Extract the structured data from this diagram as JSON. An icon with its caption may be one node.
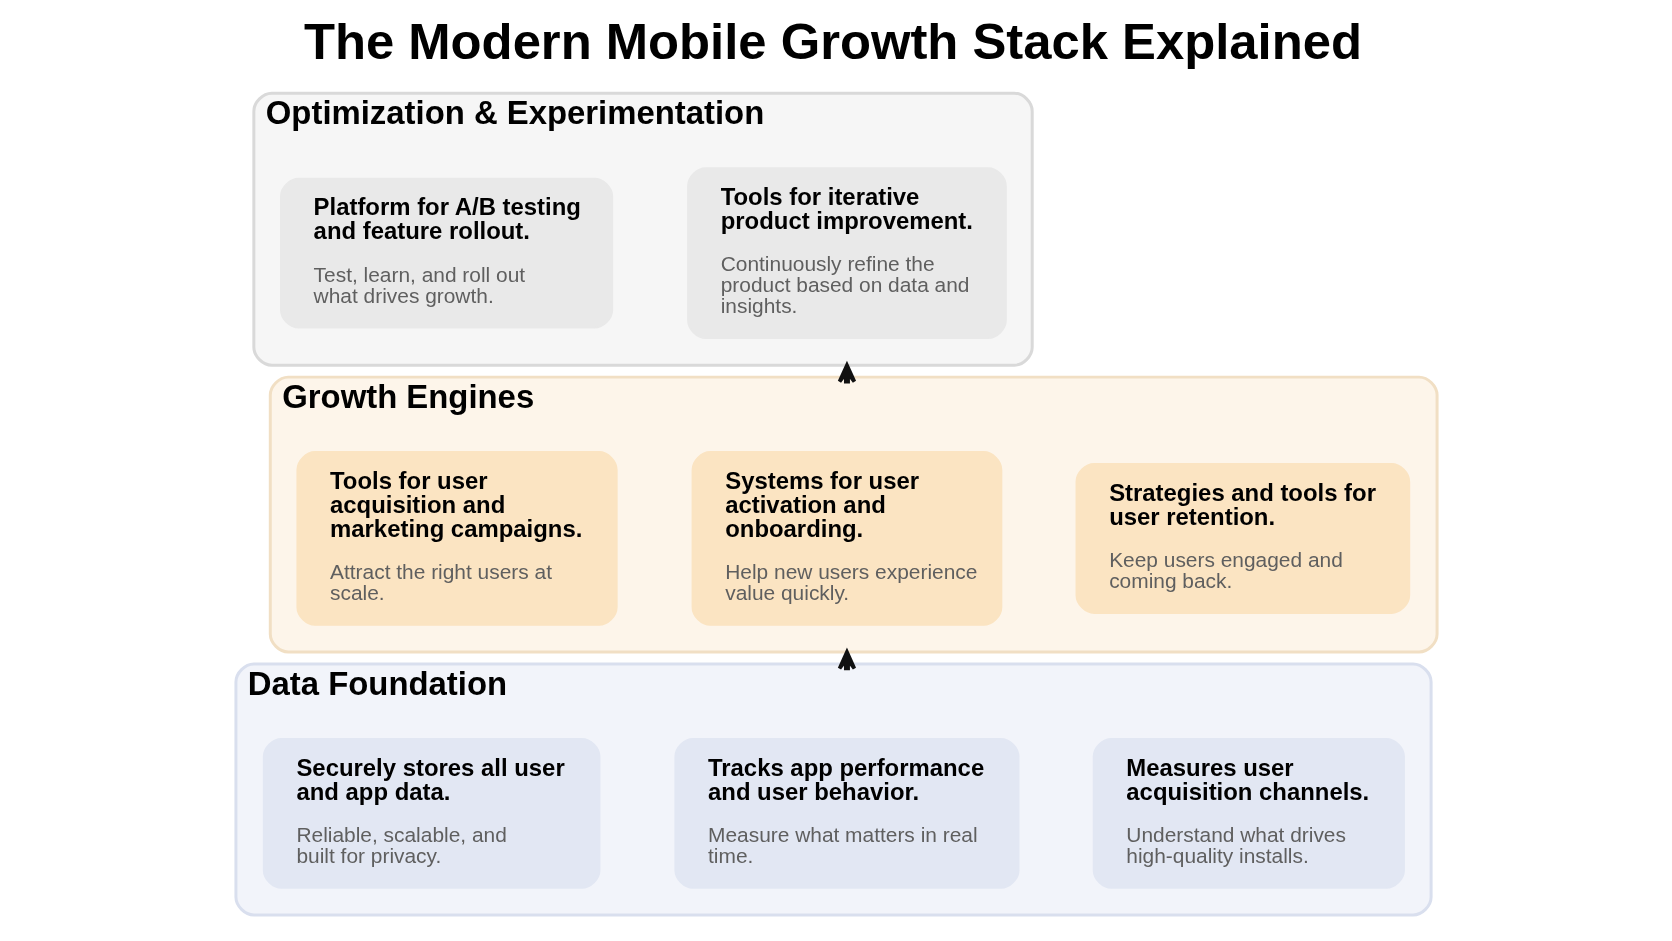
{
  "diagram": {
    "title": "The Modern Mobile Growth Stack Explained",
    "nodes": [
      {
        "text": [
          "Optimization & Experimentation"
        ]
      },
      {
        "text": [
          "Platform for A/B testing and feature rollout.",
          "Test, learn, and roll out what drives growth."
        ],
        "in": 0
      },
      {
        "text": [
          "Tools for iterative product improvement.",
          "Continuously refine the product based on data and insights."
        ],
        "in": 0
      },
      {
        "text": [
          "Growth Engines"
        ]
      },
      {
        "text": [
          "Tools for user acquisition and marketing campaigns.",
          "Attract the right users at scale."
        ],
        "in": 3
      },
      {
        "text": [
          "Systems for user activation and onboarding.",
          "Help new users experience value quickly."
        ],
        "in": 3
      },
      {
        "text": [
          "Strategies and tools for user retention.",
          "Keep users engaged and coming back."
        ],
        "in": 3
      },
      {
        "text": [
          "Data Foundation"
        ]
      },
      {
        "text": [
          "Securely stores all user and app data.",
          "Reliable, scalable, and built for privacy."
        ],
        "in": 7
      },
      {
        "text": [
          "Tracks app performance and user behavior.",
          "Measure what matters in real time."
        ],
        "in": 7
      },
      {
        "text": [
          "Measures user acquisition channels.",
          "Understand what drives high-quality installs."
        ],
        "in": 7
      }
    ],
    "edges": [
      {
        "from": 7,
        "to": 3,
        "arrow": "to"
      },
      {
        "from": 3,
        "to": 0,
        "arrow": "to"
      }
    ]
  }
}
